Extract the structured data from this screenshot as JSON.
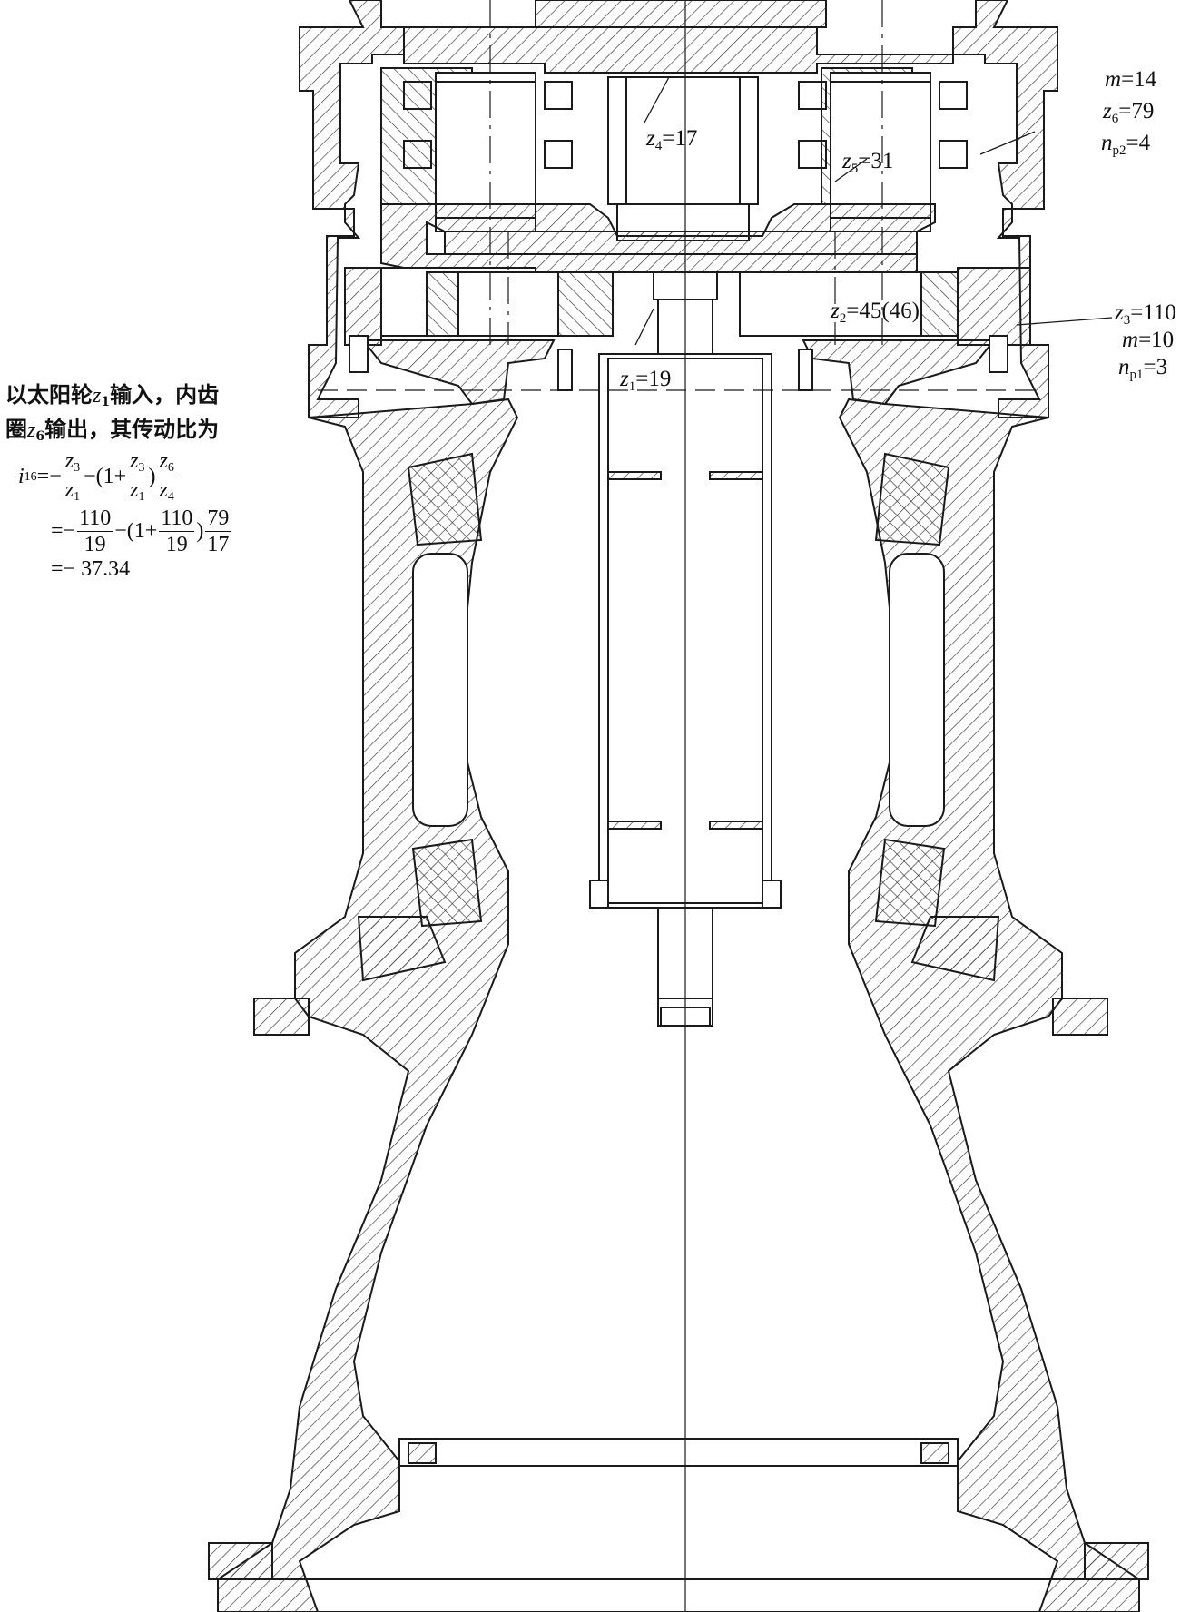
{
  "labels": {
    "z4": {
      "sym": "z",
      "sub": "4",
      "val": "=17"
    },
    "z5": {
      "sym": "z",
      "sub": "5",
      "val": "=31"
    },
    "z2": {
      "sym": "z",
      "sub": "2",
      "val": "=45(46)"
    },
    "z1": {
      "sym": "z",
      "sub": "1",
      "val": "=19"
    },
    "stage2": {
      "m": {
        "sym": "m",
        "val": "=14"
      },
      "z6": {
        "sym": "z",
        "sub": "6",
        "val": "=79"
      },
      "np": {
        "sym": "n",
        "sub": "p2",
        "val": "=4"
      }
    },
    "stage1": {
      "z3": {
        "sym": "z",
        "sub": "3",
        "val": "=110"
      },
      "m": {
        "sym": "m",
        "val": "=10"
      },
      "np": {
        "sym": "n",
        "sub": "p1",
        "val": "=3"
      }
    }
  },
  "formula": {
    "line1_a": "以太阳轮",
    "line1_sym": "z",
    "line1_sub": "1",
    "line1_b": "输入，内齿",
    "line2_a": "圈",
    "line2_sym": "z",
    "line2_sub": "6",
    "line2_b": "输出，其传动比为",
    "i_sym": "i",
    "i_sub": "16",
    "eq1": {
      "minus": "=−",
      "f1n_sym": "z",
      "f1n_sub": "3",
      "f1d_sym": "z",
      "f1d_sub": "1",
      "mid": "−(1+",
      "f2n_sym": "z",
      "f2n_sub": "3",
      "f2d_sym": "z",
      "f2d_sub": "1",
      "close": ")",
      "f3n_sym": "z",
      "f3n_sub": "6",
      "f3d_sym": "z",
      "f3d_sub": "4"
    },
    "eq2": {
      "minus": "=−",
      "f1n": "110",
      "f1d": "19",
      "mid": "−(1+",
      "f2n": "110",
      "f2d": "19",
      "close": ")",
      "f3n": "79",
      "f3d": "17"
    },
    "result": "=− 37.34"
  },
  "colors": {
    "line": "#1a1a1a",
    "hatch": "#333333",
    "background": "#ffffff"
  }
}
